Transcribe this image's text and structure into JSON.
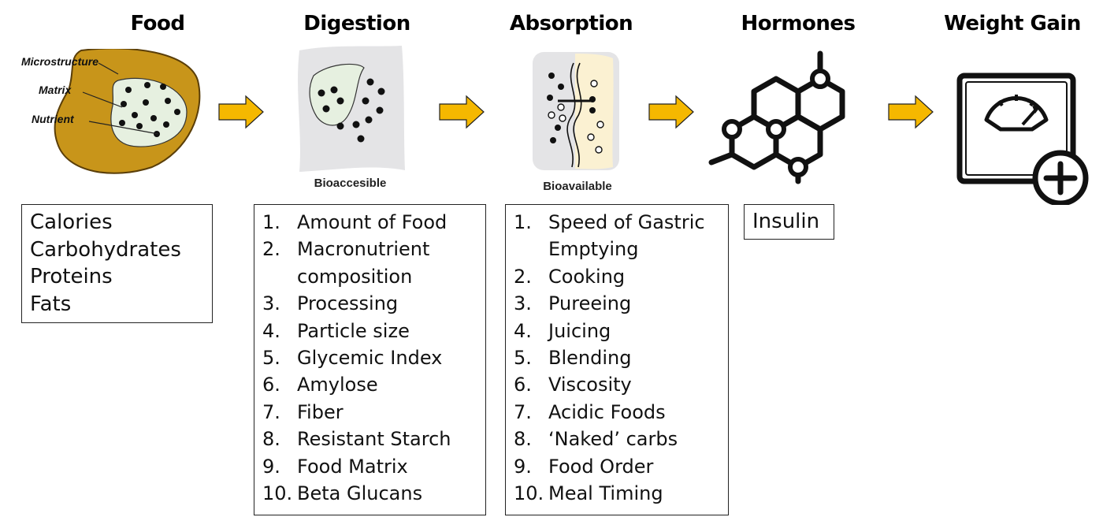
{
  "stages": [
    {
      "title": "Food"
    },
    {
      "title": "Digestion"
    },
    {
      "title": "Absorption"
    },
    {
      "title": "Hormones"
    },
    {
      "title": "Weight Gain"
    }
  ],
  "food_illustration": {
    "labels": [
      "Microstructure",
      "Matrix",
      "Nutrient"
    ],
    "colors": {
      "outer": "#c8951a",
      "inner": "#e6f0e0",
      "dot": "#111111"
    }
  },
  "digestion_caption": "Bioaccesible",
  "absorption_caption": "Bioavailable",
  "arrow_color": "#f5b800",
  "food_box": {
    "items": [
      "Calories",
      "Carbohydrates",
      "Proteins",
      "Fats"
    ]
  },
  "digestion_box": {
    "items": [
      {
        "num": "1.",
        "text": "Amount of Food"
      },
      {
        "num": "2.",
        "text": "Macronutrient composition"
      },
      {
        "num": "3.",
        "text": "Processing"
      },
      {
        "num": "4.",
        "text": "Particle size"
      },
      {
        "num": "5.",
        "text": "Glycemic Index"
      },
      {
        "num": "6.",
        "text": "Amylose"
      },
      {
        "num": "7.",
        "text": "Fiber"
      },
      {
        "num": "8.",
        "text": "Resistant Starch"
      },
      {
        "num": "9.",
        "text": "Food Matrix"
      },
      {
        "num": "10.",
        "text": "Beta Glucans"
      }
    ]
  },
  "absorption_box": {
    "items": [
      {
        "num": "1.",
        "text": "Speed of Gastric Emptying"
      },
      {
        "num": "2.",
        "text": "Cooking"
      },
      {
        "num": "3.",
        "text": "Pureeing"
      },
      {
        "num": "4.",
        "text": "Juicing"
      },
      {
        "num": "5.",
        "text": "Blending"
      },
      {
        "num": "6.",
        "text": "Viscosity"
      },
      {
        "num": "7.",
        "text": "Acidic Foods"
      },
      {
        "num": "8.",
        "text": "‘Naked’ carbs"
      },
      {
        "num": "9.",
        "text": "Food Order"
      },
      {
        "num": "10.",
        "text": "Meal Timing"
      }
    ]
  },
  "hormones_box": {
    "items": [
      "Insulin"
    ]
  }
}
